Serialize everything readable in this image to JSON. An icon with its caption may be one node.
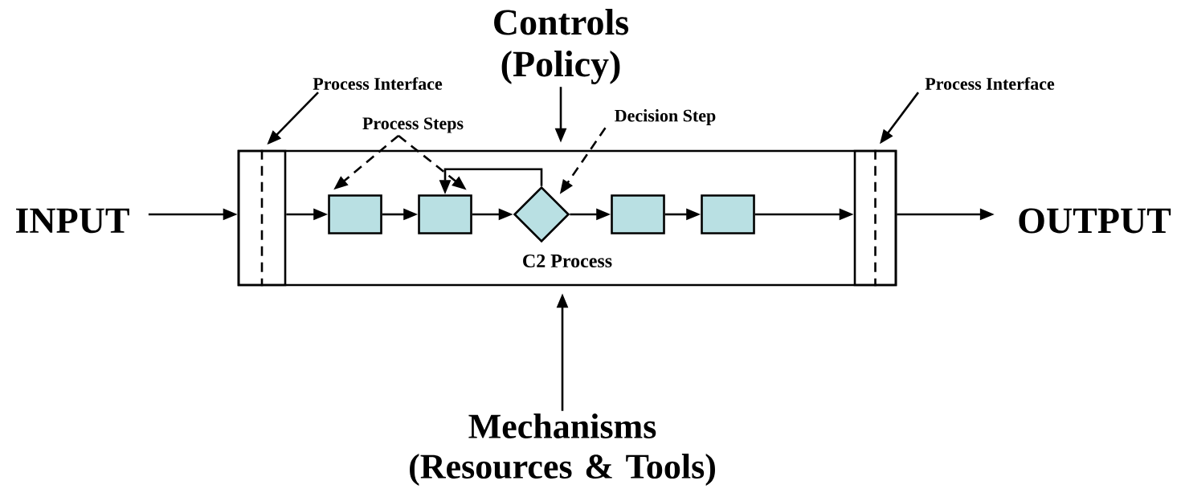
{
  "diagram": {
    "nodes": [
      {
        "text": [
          "INPUT"
        ]
      },
      {
        "text": [
          "C2 Process"
        ]
      },
      {
        "text": [],
        "shape": "bar",
        "in": 1
      },
      {
        "text": [],
        "shape": "box",
        "in": 1
      },
      {
        "text": [],
        "shape": "box",
        "in": 1
      },
      {
        "text": [],
        "shape": "diamond",
        "in": 1
      },
      {
        "text": [],
        "shape": "box",
        "in": 1
      },
      {
        "text": [],
        "shape": "box",
        "in": 1
      },
      {
        "text": [],
        "shape": "bar",
        "in": 1
      },
      {
        "text": [
          "OUTPUT"
        ]
      },
      {
        "text": [
          "Controls (Policy)"
        ]
      },
      {
        "text": [
          "Mechanisms (Resources & Tools)"
        ]
      },
      {
        "text": [
          "Process Interface"
        ]
      },
      {
        "text": [
          "Process Steps"
        ]
      },
      {
        "text": [
          "Decision Step"
        ]
      },
      {
        "text": [
          "Process Interface"
        ]
      }
    ],
    "edges": [
      {
        "from": 0,
        "to": 2,
        "arrow": "to"
      },
      {
        "from": 2,
        "to": 3,
        "arrow": "to"
      },
      {
        "from": 3,
        "to": 4,
        "arrow": "to"
      },
      {
        "from": 4,
        "to": 5,
        "arrow": "to"
      },
      {
        "from": 5,
        "to": 4,
        "arrow": "to"
      },
      {
        "from": 5,
        "to": 6,
        "arrow": "to"
      },
      {
        "from": 6,
        "to": 7,
        "arrow": "to"
      },
      {
        "from": 7,
        "to": 8,
        "arrow": "to"
      },
      {
        "from": 8,
        "to": 9,
        "arrow": "to"
      },
      {
        "from": 10,
        "to": 1,
        "arrow": "to"
      },
      {
        "from": 11,
        "to": 1,
        "arrow": "to"
      },
      {
        "from": 12,
        "to": 2,
        "arrow": "to"
      },
      {
        "from": 13,
        "to": 3,
        "arrow": "to",
        "style": "dashed"
      },
      {
        "from": 13,
        "to": 4,
        "arrow": "to",
        "style": "dashed"
      },
      {
        "from": 14,
        "to": 5,
        "arrow": "to",
        "style": "dashed"
      },
      {
        "from": 15,
        "to": 8,
        "arrow": "to"
      }
    ]
  }
}
